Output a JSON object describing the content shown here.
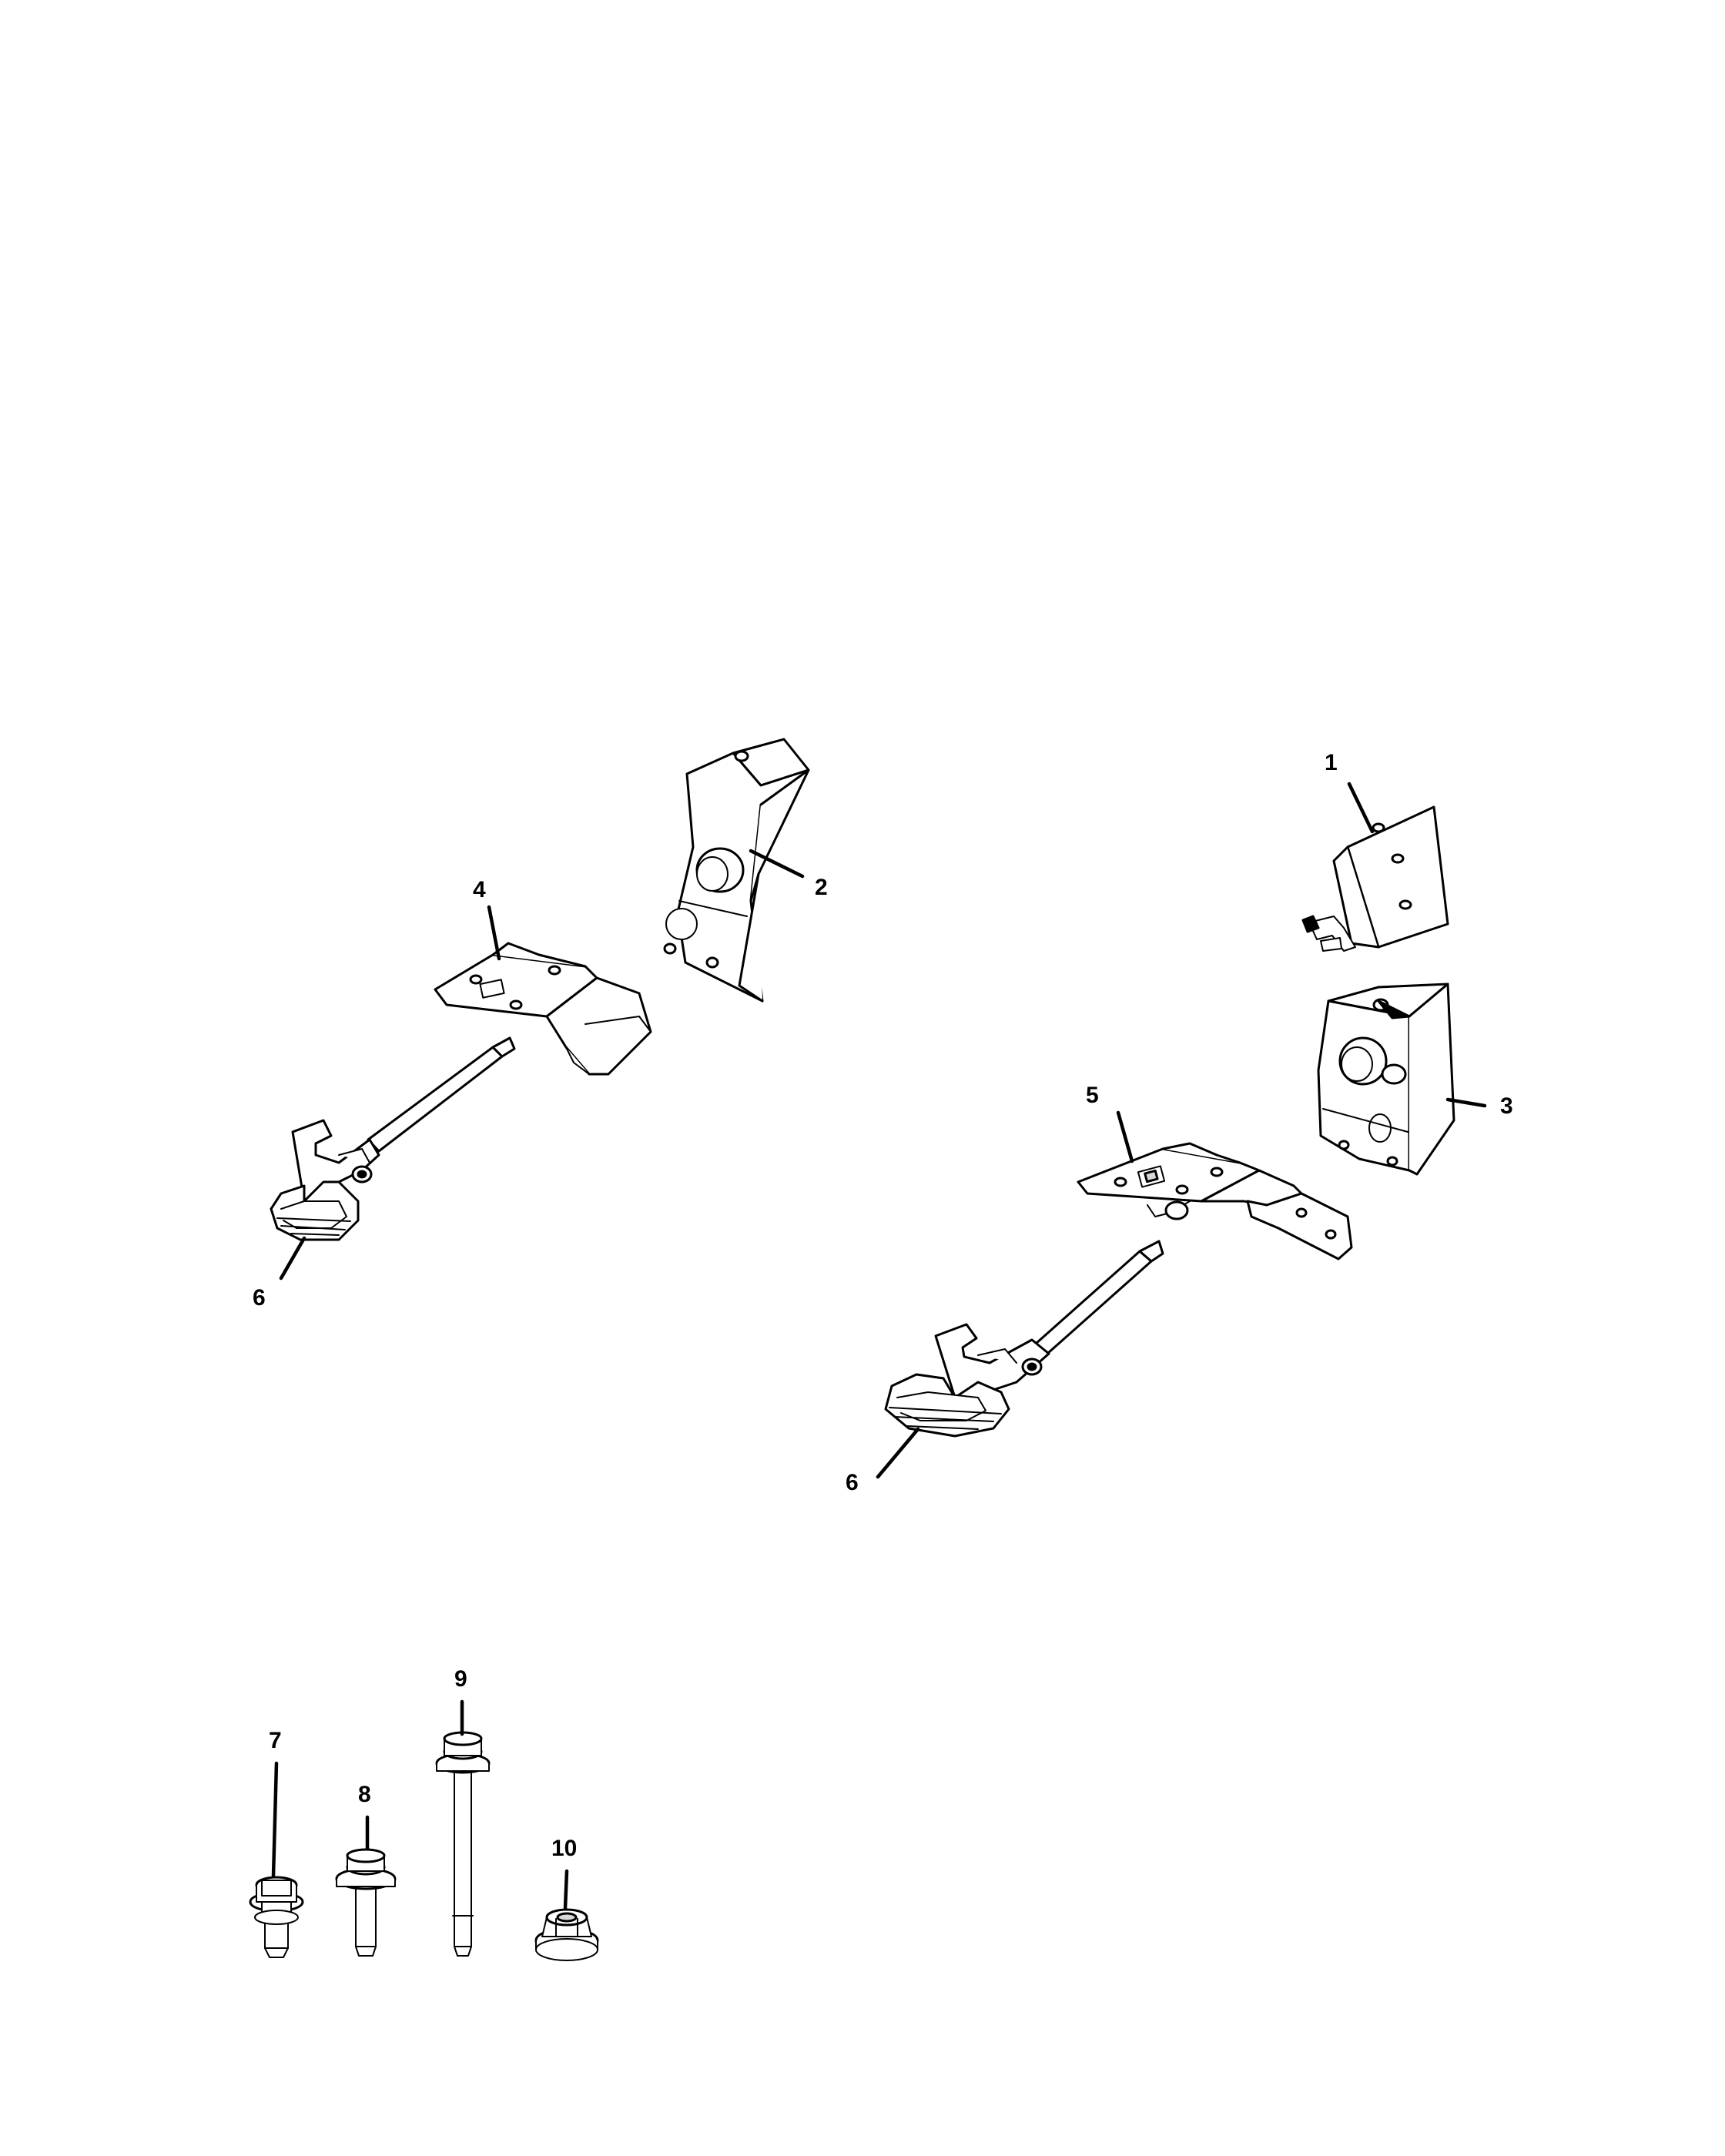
{
  "colors": {
    "line": "#000000",
    "background": "#ffffff"
  },
  "callouts": {
    "c1": "1",
    "c2": "2",
    "c3": "3",
    "c4": "4",
    "c5": "5",
    "c6_left": "6",
    "c6_right": "6",
    "c7": "7",
    "c8": "8",
    "c9": "9",
    "c10": "10"
  }
}
